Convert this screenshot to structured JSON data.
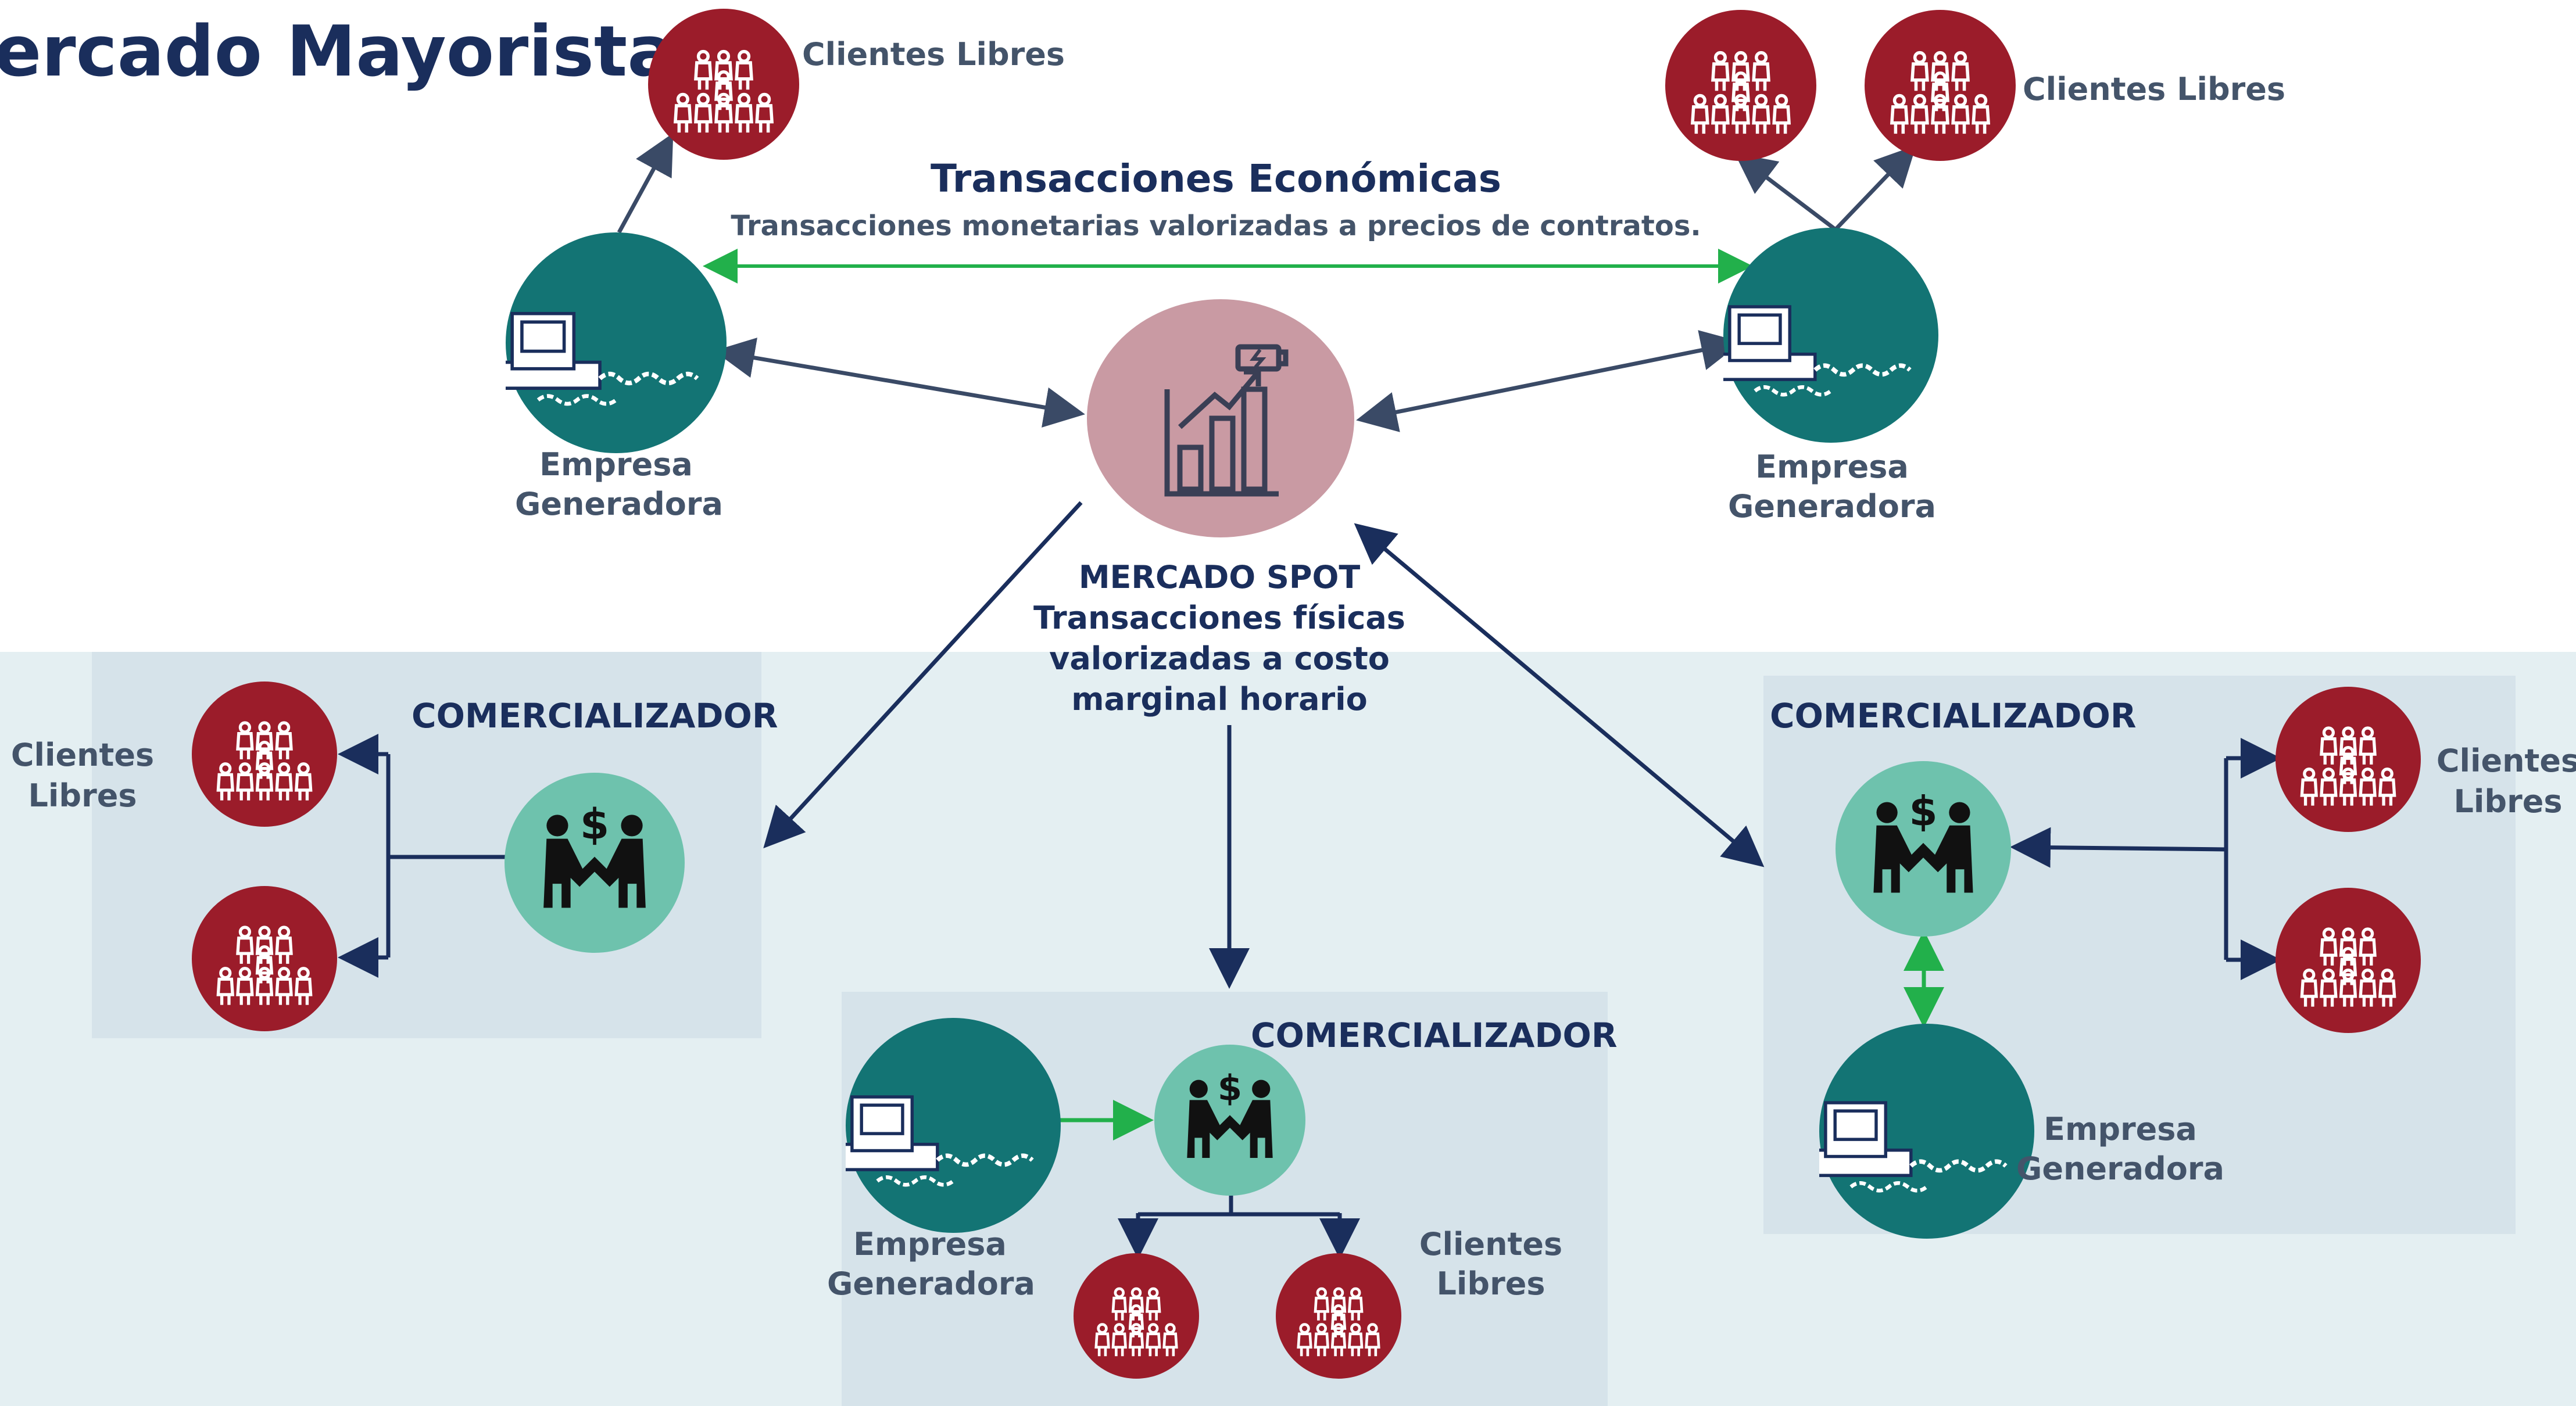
{
  "title": "ercado Mayorista",
  "transactions": {
    "heading": "Transacciones Económicas",
    "subheading": "Transacciones monetarias valorizadas a precios de contratos."
  },
  "spot": {
    "line1": "MERCADO SPOT",
    "line2": "Transacciones físicas",
    "line3": "valorizadas a costo",
    "line4": "marginal horario"
  },
  "labels": {
    "clientes_libres": "Clientes Libres",
    "clientes": "Clientes",
    "libres": "Libres",
    "empresa": "Empresa",
    "generadora": "Generadora",
    "comercializador": "COMERCIALIZADOR"
  },
  "colors": {
    "title": "#1a2e5c",
    "text_gray": "#44546a",
    "generator": "#137474",
    "client": "#9b1c2a",
    "trader": "#6ec2ad",
    "market": "#c99aa3",
    "panel": "#d6e3ea",
    "band": "#e4eff2",
    "arrow_dark": "#3a4a66",
    "arrow_navy": "#1a2e5c",
    "arrow_green": "#22b04b"
  },
  "icons": {
    "generator": "generator-icon",
    "client": "people-group-icon",
    "trader": "handshake-money-icon",
    "market": "market-chart-icon"
  }
}
